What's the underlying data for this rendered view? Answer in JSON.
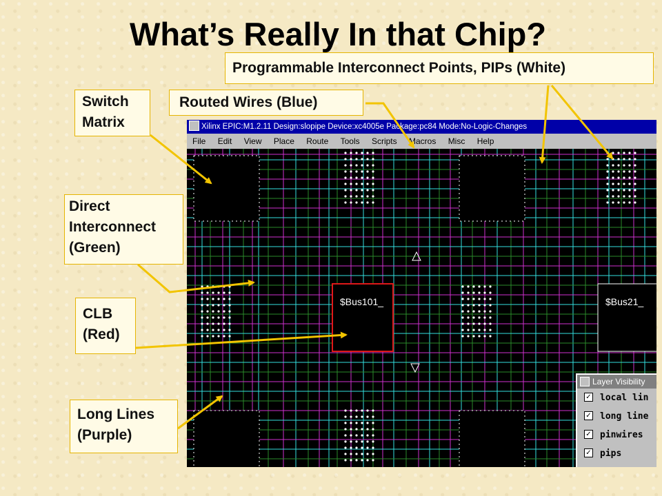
{
  "slide": {
    "title": "What’s Really In that Chip?"
  },
  "labels": {
    "pips": "Programmable Interconnect Points, PIPs (White)",
    "routed": "Routed Wires (Blue)",
    "switch_matrix": [
      "Switch",
      "Matrix"
    ],
    "direct": [
      "Direct",
      "Interconnect",
      "(Green)"
    ],
    "clb": [
      "CLB",
      "(Red)"
    ],
    "long_lines": [
      "Long Lines",
      "(Purple)"
    ]
  },
  "window": {
    "title": "Xilinx EPIC:M1.2.11 Design:slopipe Device:xc4005e Package:pc84 Mode:No-Logic-Changes",
    "menu": [
      "File",
      "Edit",
      "View",
      "Place",
      "Route",
      "Tools",
      "Scripts",
      "Macros",
      "Misc",
      "Help"
    ],
    "clb_labels": [
      "$Bus101_",
      "$Bus21_"
    ],
    "layer_visibility": {
      "title": "Layer Visibility",
      "items": [
        "local lin",
        "long line",
        "pinwires",
        "pips"
      ]
    }
  },
  "colors": {
    "label_border": "#e5b400",
    "arrow": "#f2c400",
    "routed_wire": "#33e0e0",
    "long_line": "#d030d0",
    "direct_interconnect": "#2a8a2a",
    "clb_outline": "#e01818",
    "pip": "#ffffff"
  }
}
